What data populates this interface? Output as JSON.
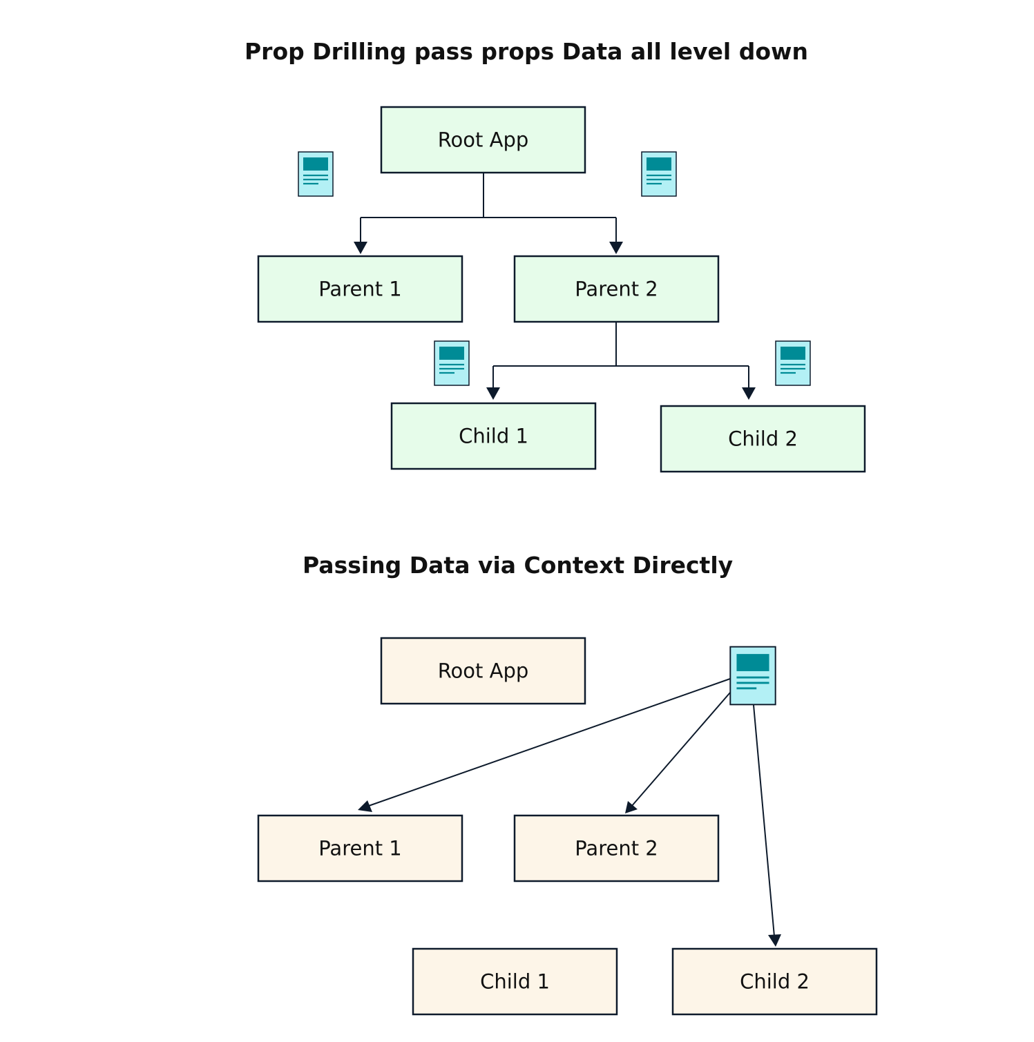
{
  "top_section": {
    "title": "Prop Drilling pass props Data all level down",
    "nodes": {
      "root": "Root App",
      "parent1": "Parent 1",
      "parent2": "Parent 2",
      "child1": "Child 1",
      "child2": "Child 2"
    },
    "edges": [
      [
        "root",
        "parent1"
      ],
      [
        "root",
        "parent2"
      ],
      [
        "parent2",
        "child1"
      ],
      [
        "parent2",
        "child2"
      ]
    ],
    "data_icons": 4
  },
  "bottom_section": {
    "title": "Passing Data via Context Directly",
    "nodes": {
      "root": "Root App",
      "parent1": "Parent 1",
      "parent2": "Parent 2",
      "child1": "Child 1",
      "child2": "Child 2"
    },
    "edges": [
      [
        "context",
        "parent1"
      ],
      [
        "context",
        "parent2"
      ],
      [
        "context",
        "child2"
      ]
    ],
    "data_icons": 1
  },
  "colors": {
    "top_node_fill": "#e6fcea",
    "bottom_node_fill": "#fdf5e8",
    "outline": "#0d1a2b",
    "document_fill": "#b3f0f5",
    "document_accent": "#008b96"
  },
  "icons": {
    "data": "document-icon"
  }
}
